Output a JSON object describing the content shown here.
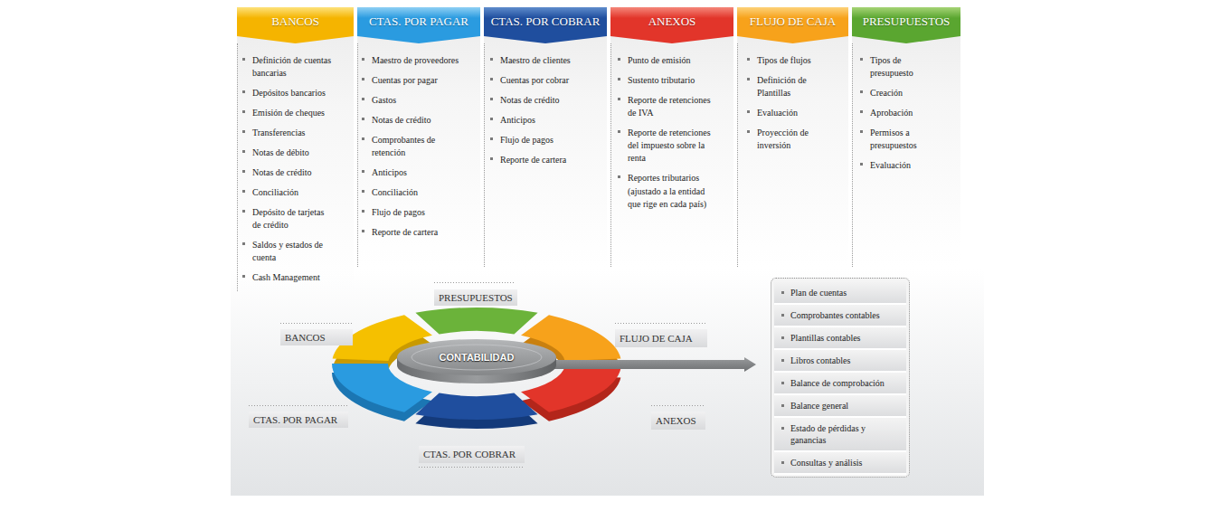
{
  "diagram": {
    "nodes": [
      {
        "text": [
          "BANCOS",
          "Definición de cuentas bancarias",
          "Depósitos bancarios",
          "Emisión de cheques",
          "Transferencias",
          "Notas de débito",
          "Notas de crédito",
          "Conciliación",
          "Depósito de tarjetas de crédito",
          "Saldos y estados de cuenta",
          "Cash Management"
        ]
      },
      {
        "text": [
          "CTAS. POR PAGAR",
          "Maestro de proveedores",
          "Cuentas por pagar",
          "Gastos",
          "Notas de crédito",
          "Comprobantes de retención",
          "Anticipos",
          "Conciliación",
          "Flujo de pagos",
          "Reporte de cartera"
        ]
      },
      {
        "text": [
          "CTAS. POR COBRAR",
          "Maestro de clientes",
          "Cuentas por cobrar",
          "Notas de crédito",
          "Anticipos",
          "Flujo de pagos",
          "Reporte de cartera"
        ]
      },
      {
        "text": [
          "ANEXOS",
          "Punto de emisión",
          "Sustento tributario",
          "Reporte de retenciones de IVA",
          "Reporte de retenciones del impuesto sobre la renta",
          "Reportes tributarios",
          "(ajustado a la entidad que rige en cada país)"
        ]
      },
      {
        "text": [
          "FLUJO DE CAJA",
          "Tipos de flujos",
          "Definición de Plantillas",
          "Evaluación",
          "Proyección de inversión"
        ]
      },
      {
        "text": [
          "PRESUPUESTOS",
          "Tipos de presupuesto",
          "Creación",
          "Aprobación",
          "Permisos a presupuestos",
          "Evaluación"
        ]
      },
      {
        "text": [
          "CONTABILIDAD"
        ]
      },
      {
        "text": [
          "Plan de cuentas",
          "Comprobantes contables",
          "Plantillas contables",
          "Libros contables",
          "Balance de comprobación",
          "Balance general",
          "Estado de pérdidas y ganancias",
          "Consultas y análisis"
        ]
      }
    ],
    "edges": [
      {
        "from": 6,
        "to": 7,
        "arrow": "to"
      }
    ],
    "labels": [
      "PRESUPUESTOS",
      "BANCOS",
      "FLUJO DE CAJA",
      "CTAS. POR PAGAR",
      "ANEXOS",
      "CTAS. POR COBRAR"
    ]
  }
}
